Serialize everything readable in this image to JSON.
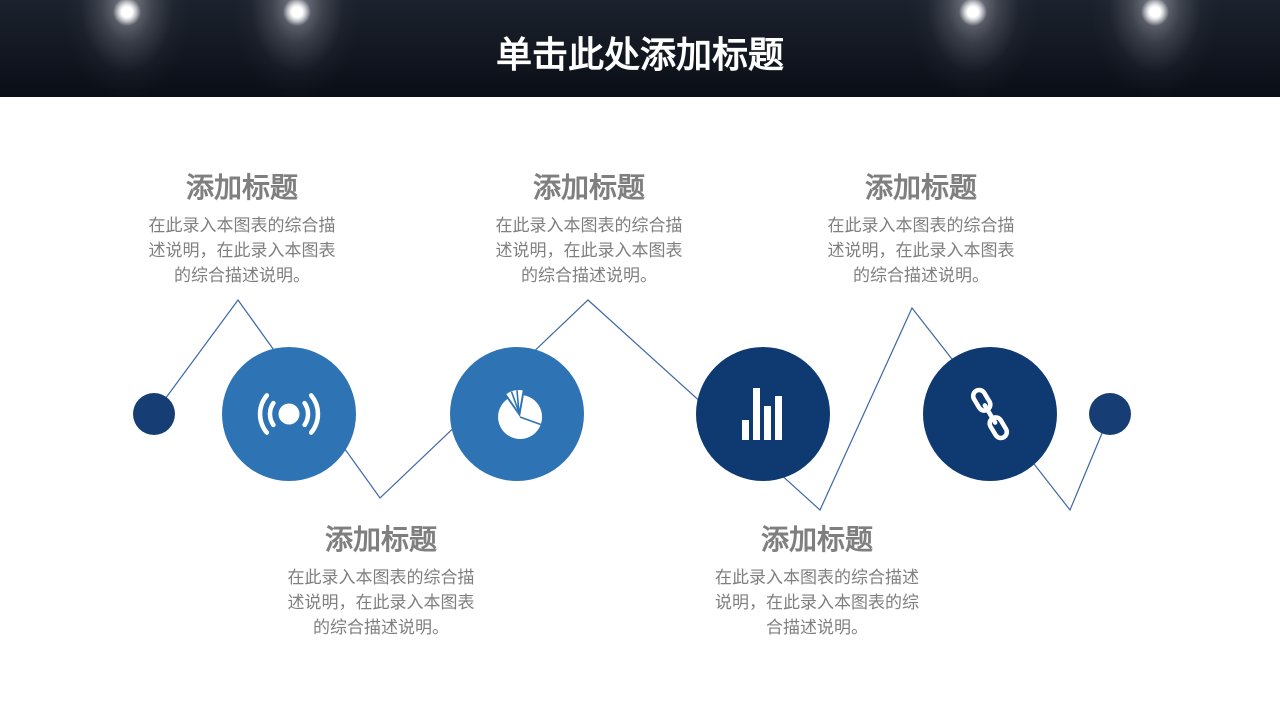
{
  "header": {
    "title": "单击此处添加标题"
  },
  "colors": {
    "header_title": "#ffffff",
    "label_text": "#7f7f7f",
    "line": "#3b67a6",
    "endpoint_dot": "#173e74",
    "icon": "#ffffff"
  },
  "nodes": [
    {
      "icon": "broadcast-icon",
      "color": "#2e74b5"
    },
    {
      "icon": "pie-chart-icon",
      "color": "#2e74b5"
    },
    {
      "icon": "bar-chart-icon",
      "color": "#0e3a71"
    },
    {
      "icon": "link-icon",
      "color": "#0e3a71"
    }
  ],
  "labels": [
    {
      "title": "添加标题",
      "lines": [
        "在此录入本图表的综合描",
        "述说明，在此录入本图表",
        "的综合描述说明。"
      ]
    },
    {
      "title": "添加标题",
      "lines": [
        "在此录入本图表的综合描",
        "述说明，在此录入本图表",
        "的综合描述说明。"
      ]
    },
    {
      "title": "添加标题",
      "lines": [
        "在此录入本图表的综合描",
        "述说明，在此录入本图表",
        "的综合描述说明。"
      ]
    },
    {
      "title": "添加标题",
      "lines": [
        "在此录入本图表的综合描述",
        "说明，在此录入本图表的综",
        "合描述说明。"
      ]
    },
    {
      "title": "添加标题",
      "lines": [
        "在此录入本图表的综合描",
        "述说明，在此录入本图表",
        "的综合描述说明。"
      ]
    }
  ]
}
